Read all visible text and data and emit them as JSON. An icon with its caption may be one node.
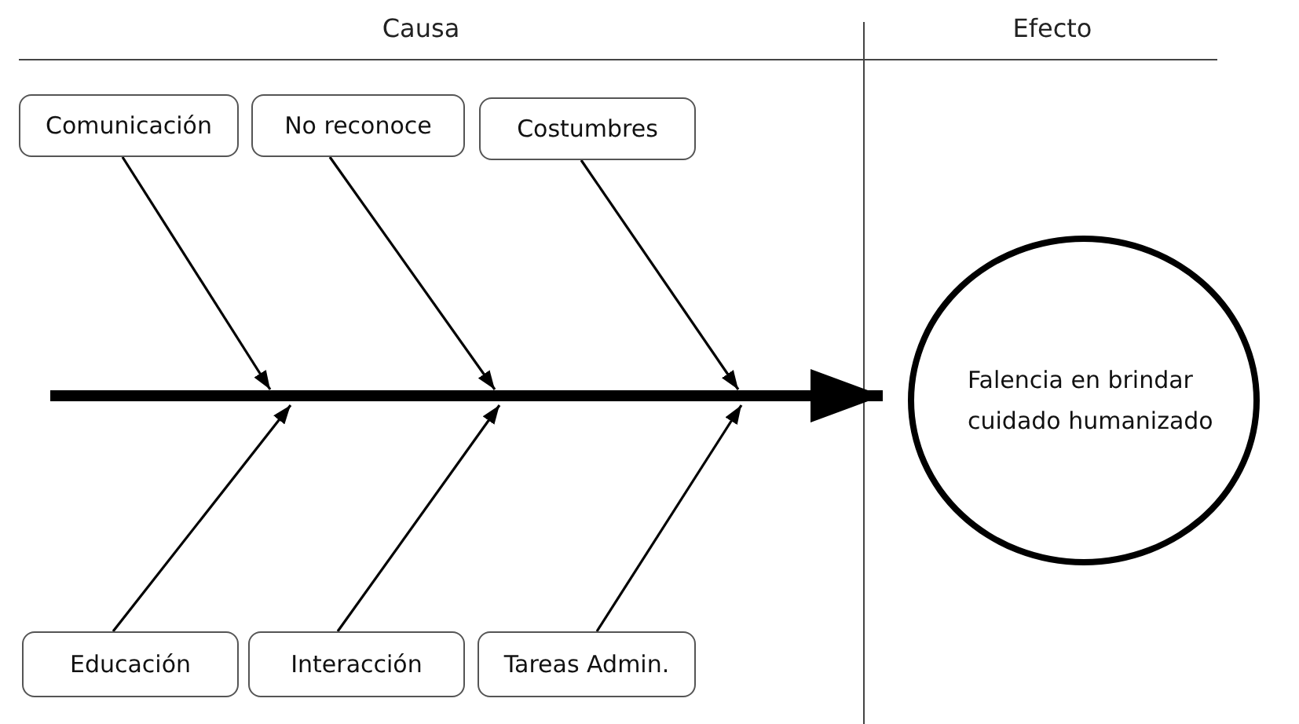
{
  "diagram": {
    "nodes": [
      {
        "text": [
          "Comunicación"
        ]
      },
      {
        "text": [
          "No reconoce"
        ]
      },
      {
        "text": [
          "Costumbres"
        ]
      },
      {
        "text": [
          "Educación"
        ]
      },
      {
        "text": [
          "Interacción"
        ]
      },
      {
        "text": [
          "Tareas Admin."
        ]
      },
      {
        "text": [
          "Falencia en brindar cuidado humanizado"
        ]
      }
    ],
    "edges": [
      {
        "from": 0,
        "to": null,
        "arrow": "to"
      },
      {
        "from": 1,
        "to": null,
        "arrow": "to"
      },
      {
        "from": 2,
        "to": null,
        "arrow": "to"
      },
      {
        "from": 3,
        "to": null,
        "arrow": "to"
      },
      {
        "from": 4,
        "to": null,
        "arrow": "to"
      },
      {
        "from": 5,
        "to": null,
        "arrow": "to"
      },
      {
        "from": null,
        "to": 6,
        "arrow": "to",
        "style": "thick"
      }
    ],
    "labels": [
      "Causa",
      "Efecto"
    ]
  }
}
